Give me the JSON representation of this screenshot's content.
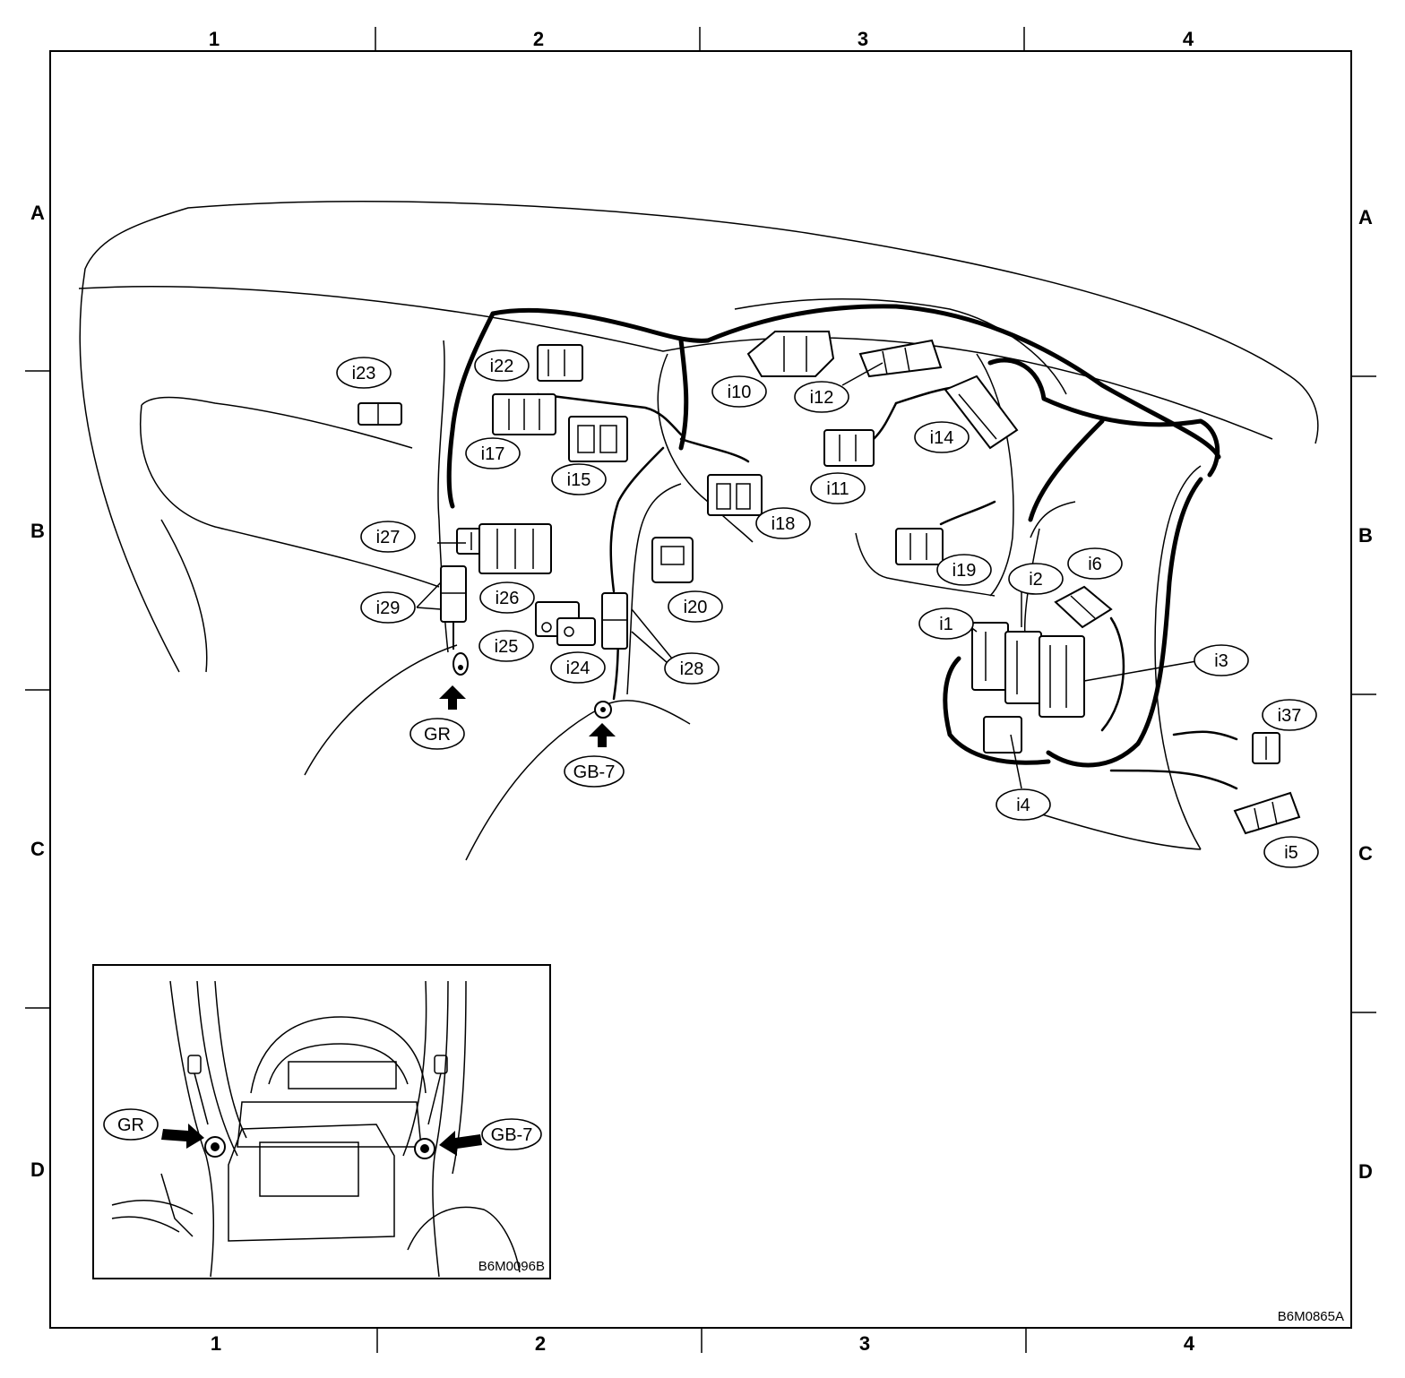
{
  "grid": {
    "columns": [
      "1",
      "2",
      "3",
      "4"
    ],
    "rows": [
      "A",
      "B",
      "C",
      "D"
    ]
  },
  "connectors": {
    "i1": "i1",
    "i2": "i2",
    "i3": "i3",
    "i4": "i4",
    "i5": "i5",
    "i6": "i6",
    "i10": "i10",
    "i11": "i11",
    "i12": "i12",
    "i14": "i14",
    "i15": "i15",
    "i17": "i17",
    "i18": "i18",
    "i19": "i19",
    "i20": "i20",
    "i22": "i22",
    "i23": "i23",
    "i24": "i24",
    "i25": "i25",
    "i26": "i26",
    "i27": "i27",
    "i28": "i28",
    "i29": "i29",
    "i37": "i37"
  },
  "grounds": {
    "gr": "GR",
    "gb7": "GB-7"
  },
  "inset": {
    "gr": "GR",
    "gb7": "GB-7",
    "code": "B6M0096B"
  },
  "figure_code": "B6M0865A",
  "icons": [
    "arrow-up-icon",
    "arrow-right-icon",
    "arrow-left-icon",
    "ground-terminal-icon",
    "connector-icon"
  ]
}
